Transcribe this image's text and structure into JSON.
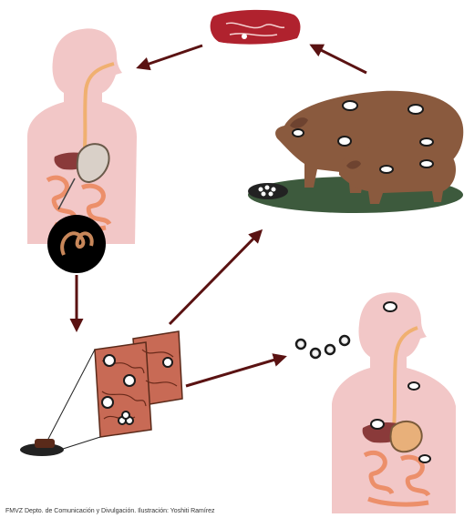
{
  "credit": "FMVZ Depto. de Comunicación y Divulgación. Ilustración: Yoshiti Ramírez",
  "colors": {
    "skin": "#f2c7c7",
    "skin_shadow": "#e7b0b0",
    "esophagus": "#f0b070",
    "intestine": "#ec8f6a",
    "liver": "#8a3a3a",
    "pig": "#8a5a3e",
    "pig_shadow": "#6e4330",
    "ground": "#3d5a3d",
    "meat": "#b0222e",
    "tissue": "#c86a55",
    "arrow": "#5a1212",
    "cyst": "#1a1a1a"
  },
  "elements": {
    "figures": [
      "human-with-tapeworm",
      "pork-meat",
      "pigs-with-cysts",
      "human-with-cysts"
    ],
    "icons": [
      "tapeworm-icon",
      "egg-cluster-icon",
      "muscle-tissue-icon",
      "feces-icon"
    ]
  }
}
